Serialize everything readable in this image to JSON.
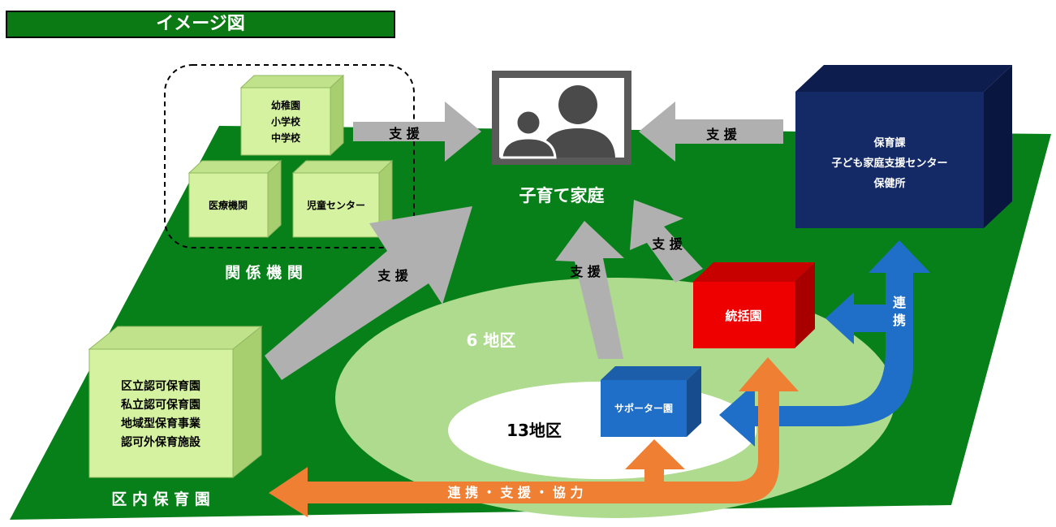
{
  "title": "イメージ図",
  "nodes": {
    "family": "子育て家庭",
    "related_group_label": "関 係 機 関",
    "related_box1": [
      "幼稚園",
      "小学校",
      "中学校"
    ],
    "related_box2": "医療機関",
    "related_box3": "児童センター",
    "city_box": [
      "保育課",
      "子ども家庭支援センター",
      "保健所"
    ],
    "nursery_box": [
      "区立認可保育園",
      "私立認可保育園",
      "地域型保育事業",
      "認可外保育施設"
    ],
    "nursery_label": "区 内 保 育 園",
    "hub": "統括園",
    "supporter": "サポーター園",
    "district6": "6 地区",
    "district13": "13地区"
  },
  "edges": {
    "support": "支 援",
    "renkei": [
      "連",
      "携"
    ],
    "bottom": "連 携 ・ 支 援 ・ 協 力"
  },
  "colors": {
    "ground": "#08801a",
    "light_green_box": "#d5f2a0",
    "navy": "#142a66",
    "red": "#ee0000",
    "blue": "#1f6fc8",
    "orange": "#ee7f33",
    "gray_arrow": "#b0b0b0",
    "title_green": "#0c7a14"
  }
}
